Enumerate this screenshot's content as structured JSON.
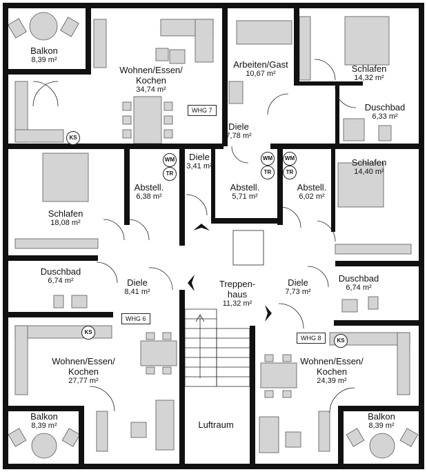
{
  "rooms": {
    "balkon_tl": {
      "name": "Balkon",
      "area": "8,39 m²"
    },
    "wohnen7": {
      "name": "Wohnen/Essen/\nKochen",
      "area": "34,74 m²"
    },
    "arbeiten": {
      "name": "Arbeiten/Gast",
      "area": "10,67 m²"
    },
    "schlafen_tr": {
      "name": "Schlafen",
      "area": "14,32 m²"
    },
    "duschbad_tr": {
      "name": "Duschbad",
      "area": "6,33 m²"
    },
    "diele_top": {
      "name": "Diele",
      "area": "7,78 m²"
    },
    "diele_mid": {
      "name": "Diele",
      "area": "3,41 m²"
    },
    "schlafen_r": {
      "name": "Schlafen",
      "area": "14,40 m²"
    },
    "abstell_l": {
      "name": "Abstell.",
      "area": "6,38 m²"
    },
    "abstell_m": {
      "name": "Abstell.",
      "area": "5,71 m²"
    },
    "abstell_r": {
      "name": "Abstell.",
      "area": "6,02 m²"
    },
    "schlafen_l": {
      "name": "Schlafen",
      "area": "18,08 m²"
    },
    "duschbad_l": {
      "name": "Duschbad",
      "area": "6,74 m²"
    },
    "diele_l": {
      "name": "Diele",
      "area": "8,41 m²"
    },
    "treppenhaus": {
      "name": "Treppen-\nhaus",
      "area": "11,32 m²"
    },
    "diele_r": {
      "name": "Diele",
      "area": "7,73 m²"
    },
    "duschbad_r": {
      "name": "Duschbad",
      "area": "6,74 m²"
    },
    "wohnen6": {
      "name": "Wohnen/Essen/\nKochen",
      "area": "27,77 m²"
    },
    "wohnen8": {
      "name": "Wohnen/Essen/\nKochen",
      "area": "24,39 m²"
    },
    "luftraum": {
      "name": "Luftraum",
      "area": ""
    },
    "balkon_bl": {
      "name": "Balkon",
      "area": "8,39 m²"
    },
    "balkon_br": {
      "name": "Balkon",
      "area": "8,39 m²"
    }
  },
  "units": {
    "whg7": "WHG 7",
    "whg6": "WHG 6",
    "whg8": "WHG 8"
  },
  "appliances": {
    "ks": "KS",
    "wm": "WM",
    "tr": "TR"
  },
  "colors": {
    "wall": "#111111",
    "furniture": "#cfcfcf",
    "floor": "#ffffff"
  }
}
